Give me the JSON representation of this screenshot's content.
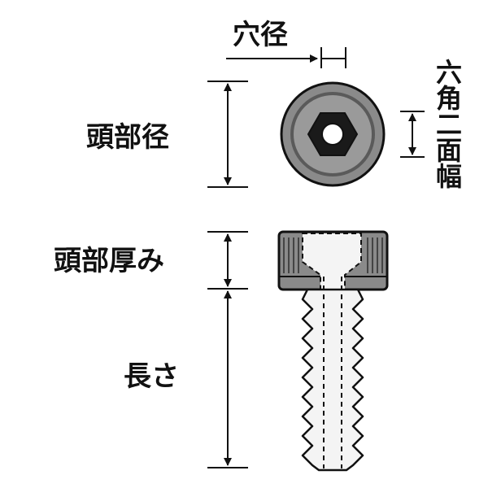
{
  "labels": {
    "hole_diameter": "穴径",
    "hex_width": "六角二面幅",
    "head_diameter": "頭部径",
    "head_thickness": "頭部厚み",
    "length": "長さ"
  },
  "colors": {
    "line": "#111111",
    "head_fill": "#8a8a8a",
    "head_dark": "#5a5a5a",
    "socket": "#1a1a1a",
    "hole": "#ffffff",
    "thread_fill": "#f4f4f4"
  }
}
